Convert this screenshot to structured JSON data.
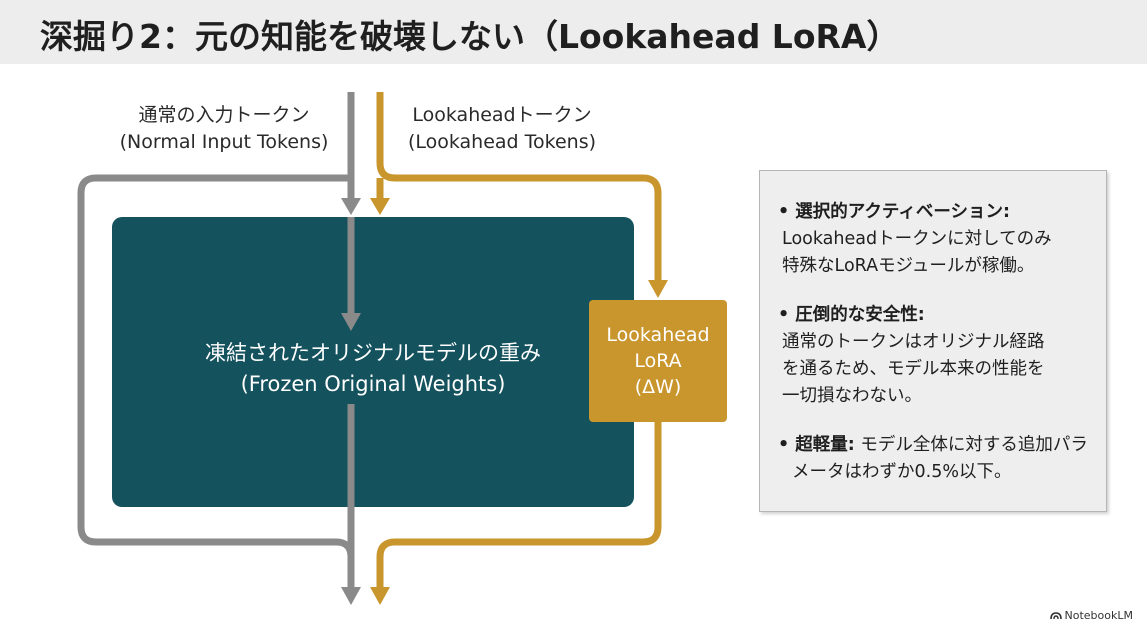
{
  "title": "深掘り2：元の知能を破壊しない（Lookahead LoRA）",
  "normal_tokens": {
    "label_ja": "通常の入力トークン",
    "label_en": "(Normal Input Tokens)"
  },
  "lookahead_tokens": {
    "label_ja": "Lookaheadトークン",
    "label_en": "(Lookahead Tokens)"
  },
  "frozen_model": {
    "label_ja": "凍結されたオリジナルモデルの重み",
    "label_en": "(Frozen Original Weights)"
  },
  "lora_box": {
    "line1": "Lookahead",
    "line2": "LoRA",
    "line3": "(ΔW)"
  },
  "panel": {
    "items": [
      {
        "head": "• 選択的アクティベーション:",
        "body_lines": [
          "Lookaheadトークンに対してのみ",
          "特殊なLoRAモジュールが稼働。"
        ]
      },
      {
        "head": "• 圧倒的な安全性:",
        "body_lines": [
          "通常のトークンはオリジナル経路",
          "を通るため、モデル本来の性能を",
          "一切損なわない。"
        ]
      },
      {
        "head": "• 超軽量:",
        "body": " モデル全体に対する追加パラメータはわずか0.5%以下。"
      }
    ]
  },
  "brand": "NotebookLM",
  "colors": {
    "gray_path": "#8a8a8a",
    "gold_path": "#c9962e",
    "model_box": "#14525e",
    "lora_box": "#c9962e"
  }
}
